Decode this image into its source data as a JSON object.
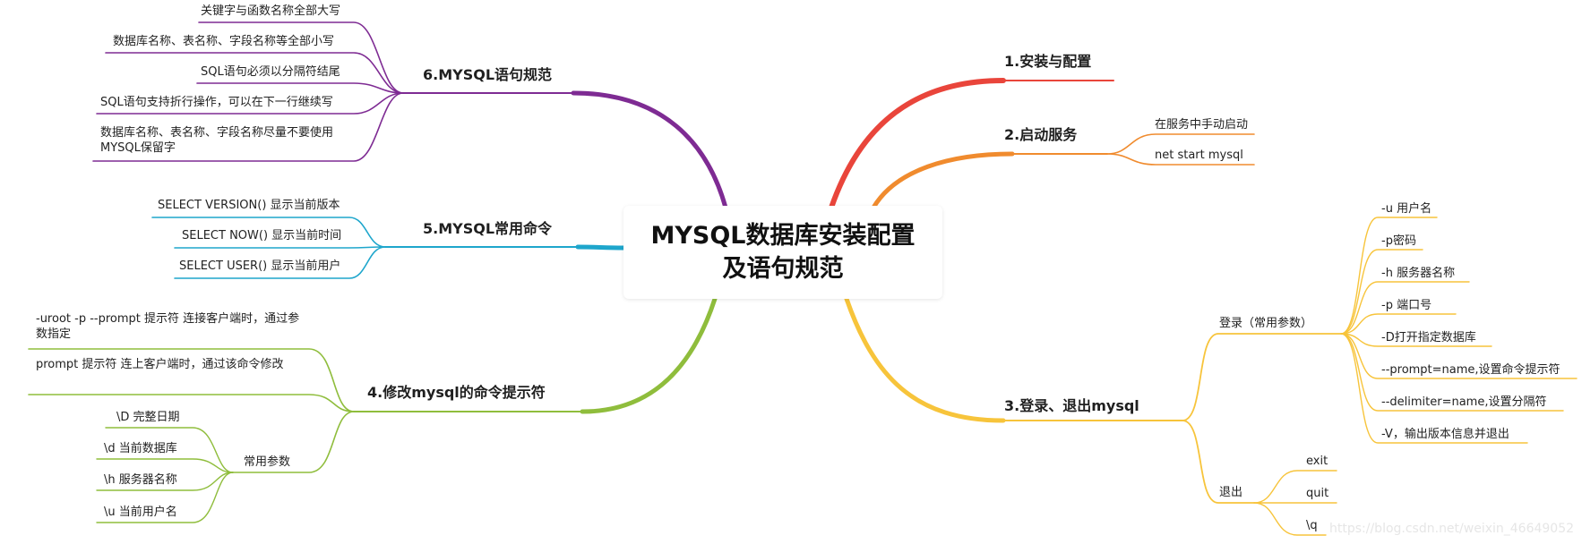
{
  "title": "MYSQL数据库安装配置及语句规范",
  "branches": {
    "b1": {
      "label": "1.安装与配置",
      "color": "#e9453b"
    },
    "b2": {
      "label": "2.启动服务",
      "color": "#f08b2e",
      "items": [
        "在服务中手动启动",
        "net start mysql"
      ]
    },
    "b3": {
      "label": "3.登录、退出mysql",
      "color": "#f7c43b",
      "login": {
        "label": "登录（常用参数）",
        "items": [
          "-u 用户名",
          "-p密码",
          "-h 服务器名称",
          "-p 端口号",
          "-D打开指定数据库",
          "--prompt=name,设置命令提示符",
          "--delimiter=name,设置分隔符",
          "-V，输出版本信息并退出"
        ]
      },
      "exit": {
        "label": "退出",
        "items": [
          "exit",
          "quit",
          "\\q"
        ]
      }
    },
    "b4": {
      "label": "4.修改mysql的命令提示符",
      "color": "#8fbd3c",
      "items": [
        "-uroot -p --prompt  提示符    连接客户端时，通过参数指定",
        "prompt 提示符   连上客户端时，通过该命令修改"
      ],
      "params": {
        "label": "常用参数",
        "items": [
          "\\D 完整日期",
          "\\d 当前数据库",
          "\\h 服务器名称",
          "\\u 当前用户名"
        ]
      }
    },
    "b5": {
      "label": "5.MYSQL常用命令",
      "color": "#1ea6cc",
      "items": [
        "SELECT VERSION() 显示当前版本",
        "SELECT NOW() 显示当前时间",
        "SELECT USER() 显示当前用户"
      ]
    },
    "b6": {
      "label": "6.MYSQL语句规范",
      "color": "#7e2b93",
      "items": [
        "关键字与函数名称全部大写",
        "数据库名称、表名称、字段名称等全部小写",
        "SQL语句必须以分隔符结尾",
        "SQL语句支持折行操作，可以在下一行继续写",
        "数据库名称、表名称、字段名称尽量不要使用MYSQL保留字"
      ]
    }
  },
  "watermark": "https://blog.csdn.net/weixin_46649052"
}
